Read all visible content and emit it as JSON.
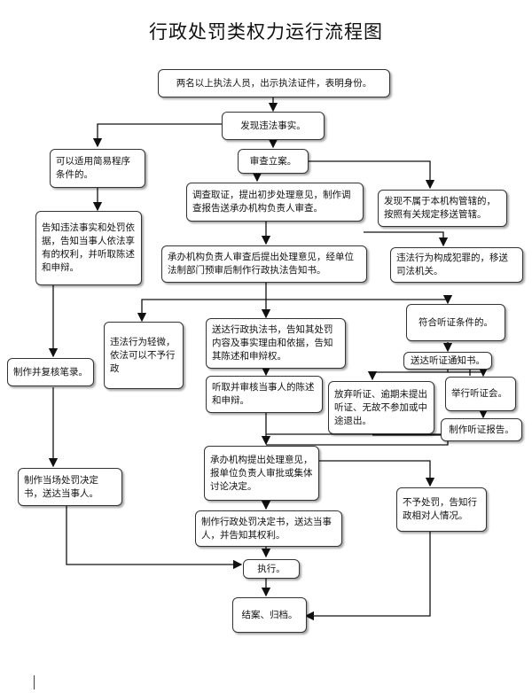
{
  "title": "行政处罚类权力运行流程图",
  "nodes": {
    "identity": "两名以上执法人员，出示执法证件，表明身份。",
    "discover": "发现违法事实。",
    "simple": "可以适用简易程序条件的。",
    "filing": "审查立案。",
    "investigate": "调查取证，提出初步处理意见，制作调查报告送承办机构负责人审查。",
    "transfer": "发现不属于本机构管辖的，按照有关规定移送管辖。",
    "inform_simple": "告知违法事实和处罚依据，告知当事人依法享有的权利，并听取陈述和申辩。",
    "review_opinion": "承办机构负责人审查后提出处理意见，经单位法制部门预审后制作行政执法告知书。",
    "criminal": "违法行为构成犯罪的，移送司法机关。",
    "minor": "违法行为轻微，依法可以不予行政",
    "serve_notice": "送达行政执法书，告知其处罚内容及事实理由和依据，告知其陈述和申辩权。",
    "hearing_cond": "符合听证条件的。",
    "hearing_notice": "送达听证通知书。",
    "record": "制作并复核笔录。",
    "listen": "听取并审核当事人的陈述和申辩。",
    "waive": "放弃听证、逾期未提出听证、无故不参加或中途退出。",
    "hold_hearing": "举行听证会。",
    "hearing_report": "制作听证报告。",
    "onsite_decision": "制作当场处罚决定书，送达当事人。",
    "propose": "承办机构提出处理意见，报单位负责人审批或集体讨论决定。",
    "no_penalty": "不予处罚，告知行政相对人情况。",
    "decision": "制作行政处罚决定书，送达当事人，并告知其权利。",
    "execute": "执行。",
    "close": "结案、归档。"
  }
}
